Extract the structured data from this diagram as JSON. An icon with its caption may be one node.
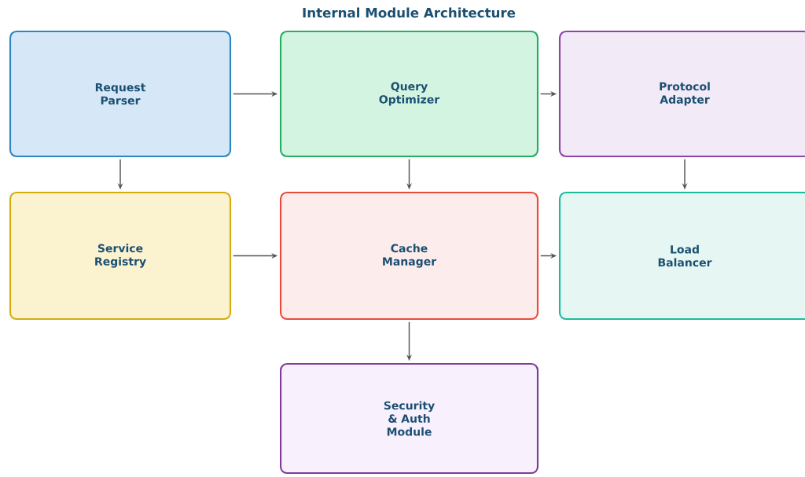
{
  "diagram": {
    "title": "Internal Module Architecture",
    "nodes": [
      {
        "text": [
          "Request Parser"
        ]
      },
      {
        "text": [
          "Query Optimizer"
        ]
      },
      {
        "text": [
          "Protocol Adapter"
        ]
      },
      {
        "text": [
          "Service Registry"
        ]
      },
      {
        "text": [
          "Cache Manager"
        ]
      },
      {
        "text": [
          "Load Balancer"
        ]
      },
      {
        "text": [
          "Security & Auth Module"
        ]
      }
    ],
    "edges": [
      {
        "from": 0,
        "to": 1,
        "arrow": "to"
      },
      {
        "from": 1,
        "to": 2,
        "arrow": "to"
      },
      {
        "from": 0,
        "to": 3,
        "arrow": "to"
      },
      {
        "from": 1,
        "to": 4,
        "arrow": "to"
      },
      {
        "from": 2,
        "to": 5,
        "arrow": "to"
      },
      {
        "from": 3,
        "to": 4,
        "arrow": "to"
      },
      {
        "from": 4,
        "to": 5,
        "arrow": "to"
      },
      {
        "from": 4,
        "to": 6,
        "arrow": "to"
      }
    ]
  }
}
